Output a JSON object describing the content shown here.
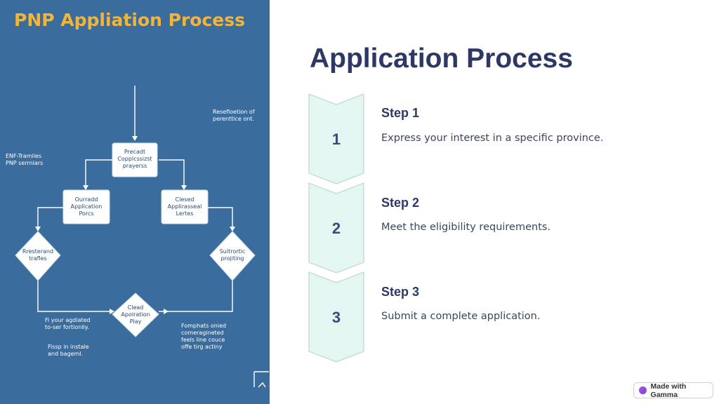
{
  "image_panel": {
    "title": "PNP Appliation Process",
    "nodes": {
      "top_box": [
        "Precadt",
        "Copplcssizst",
        "prayerss"
      ],
      "left_box": [
        "Ourradd",
        "Application",
        "Porcs"
      ],
      "right_box": [
        "Clesed",
        "Applirasseal",
        "Lertes"
      ],
      "left_diamond": [
        "Rresterand",
        "trafles"
      ],
      "right_diamond": [
        "Sultrortic",
        "projiting"
      ],
      "bottom_diamond": [
        "Clead",
        "Apolration",
        "Play"
      ]
    },
    "notes": {
      "top_right": [
        "Resefloetion of",
        "perenttice ont."
      ],
      "left": [
        "ENF-Tramiles",
        "PNP serrniars"
      ],
      "bottom_left_1": [
        "Fi your agdiated",
        "to-ser fortionlly."
      ],
      "bottom_left_2": [
        "Fissp in instale",
        "and bageml."
      ],
      "bottom_right": [
        "Fomphats onied",
        "comeragineted",
        "feels line couce",
        "offe tirg actiny"
      ]
    },
    "colors": {
      "background": "#3a6d9e",
      "title": "#f2b53a"
    }
  },
  "main": {
    "title": "Application Process",
    "steps": [
      {
        "number": "1",
        "title": "Step 1",
        "description": "Express your interest in a specific province."
      },
      {
        "number": "2",
        "title": "Step 2",
        "description": "Meet the eligibility requirements."
      },
      {
        "number": "3",
        "title": "Step 3",
        "description": "Submit a complete application."
      }
    ],
    "colors": {
      "title": "#2e3866",
      "chevron_fill": "#e3f6f2",
      "chevron_stroke": "#b9d7cf"
    }
  },
  "badge": {
    "label": "Made with Gamma",
    "icon": "gamma-logo-icon"
  }
}
